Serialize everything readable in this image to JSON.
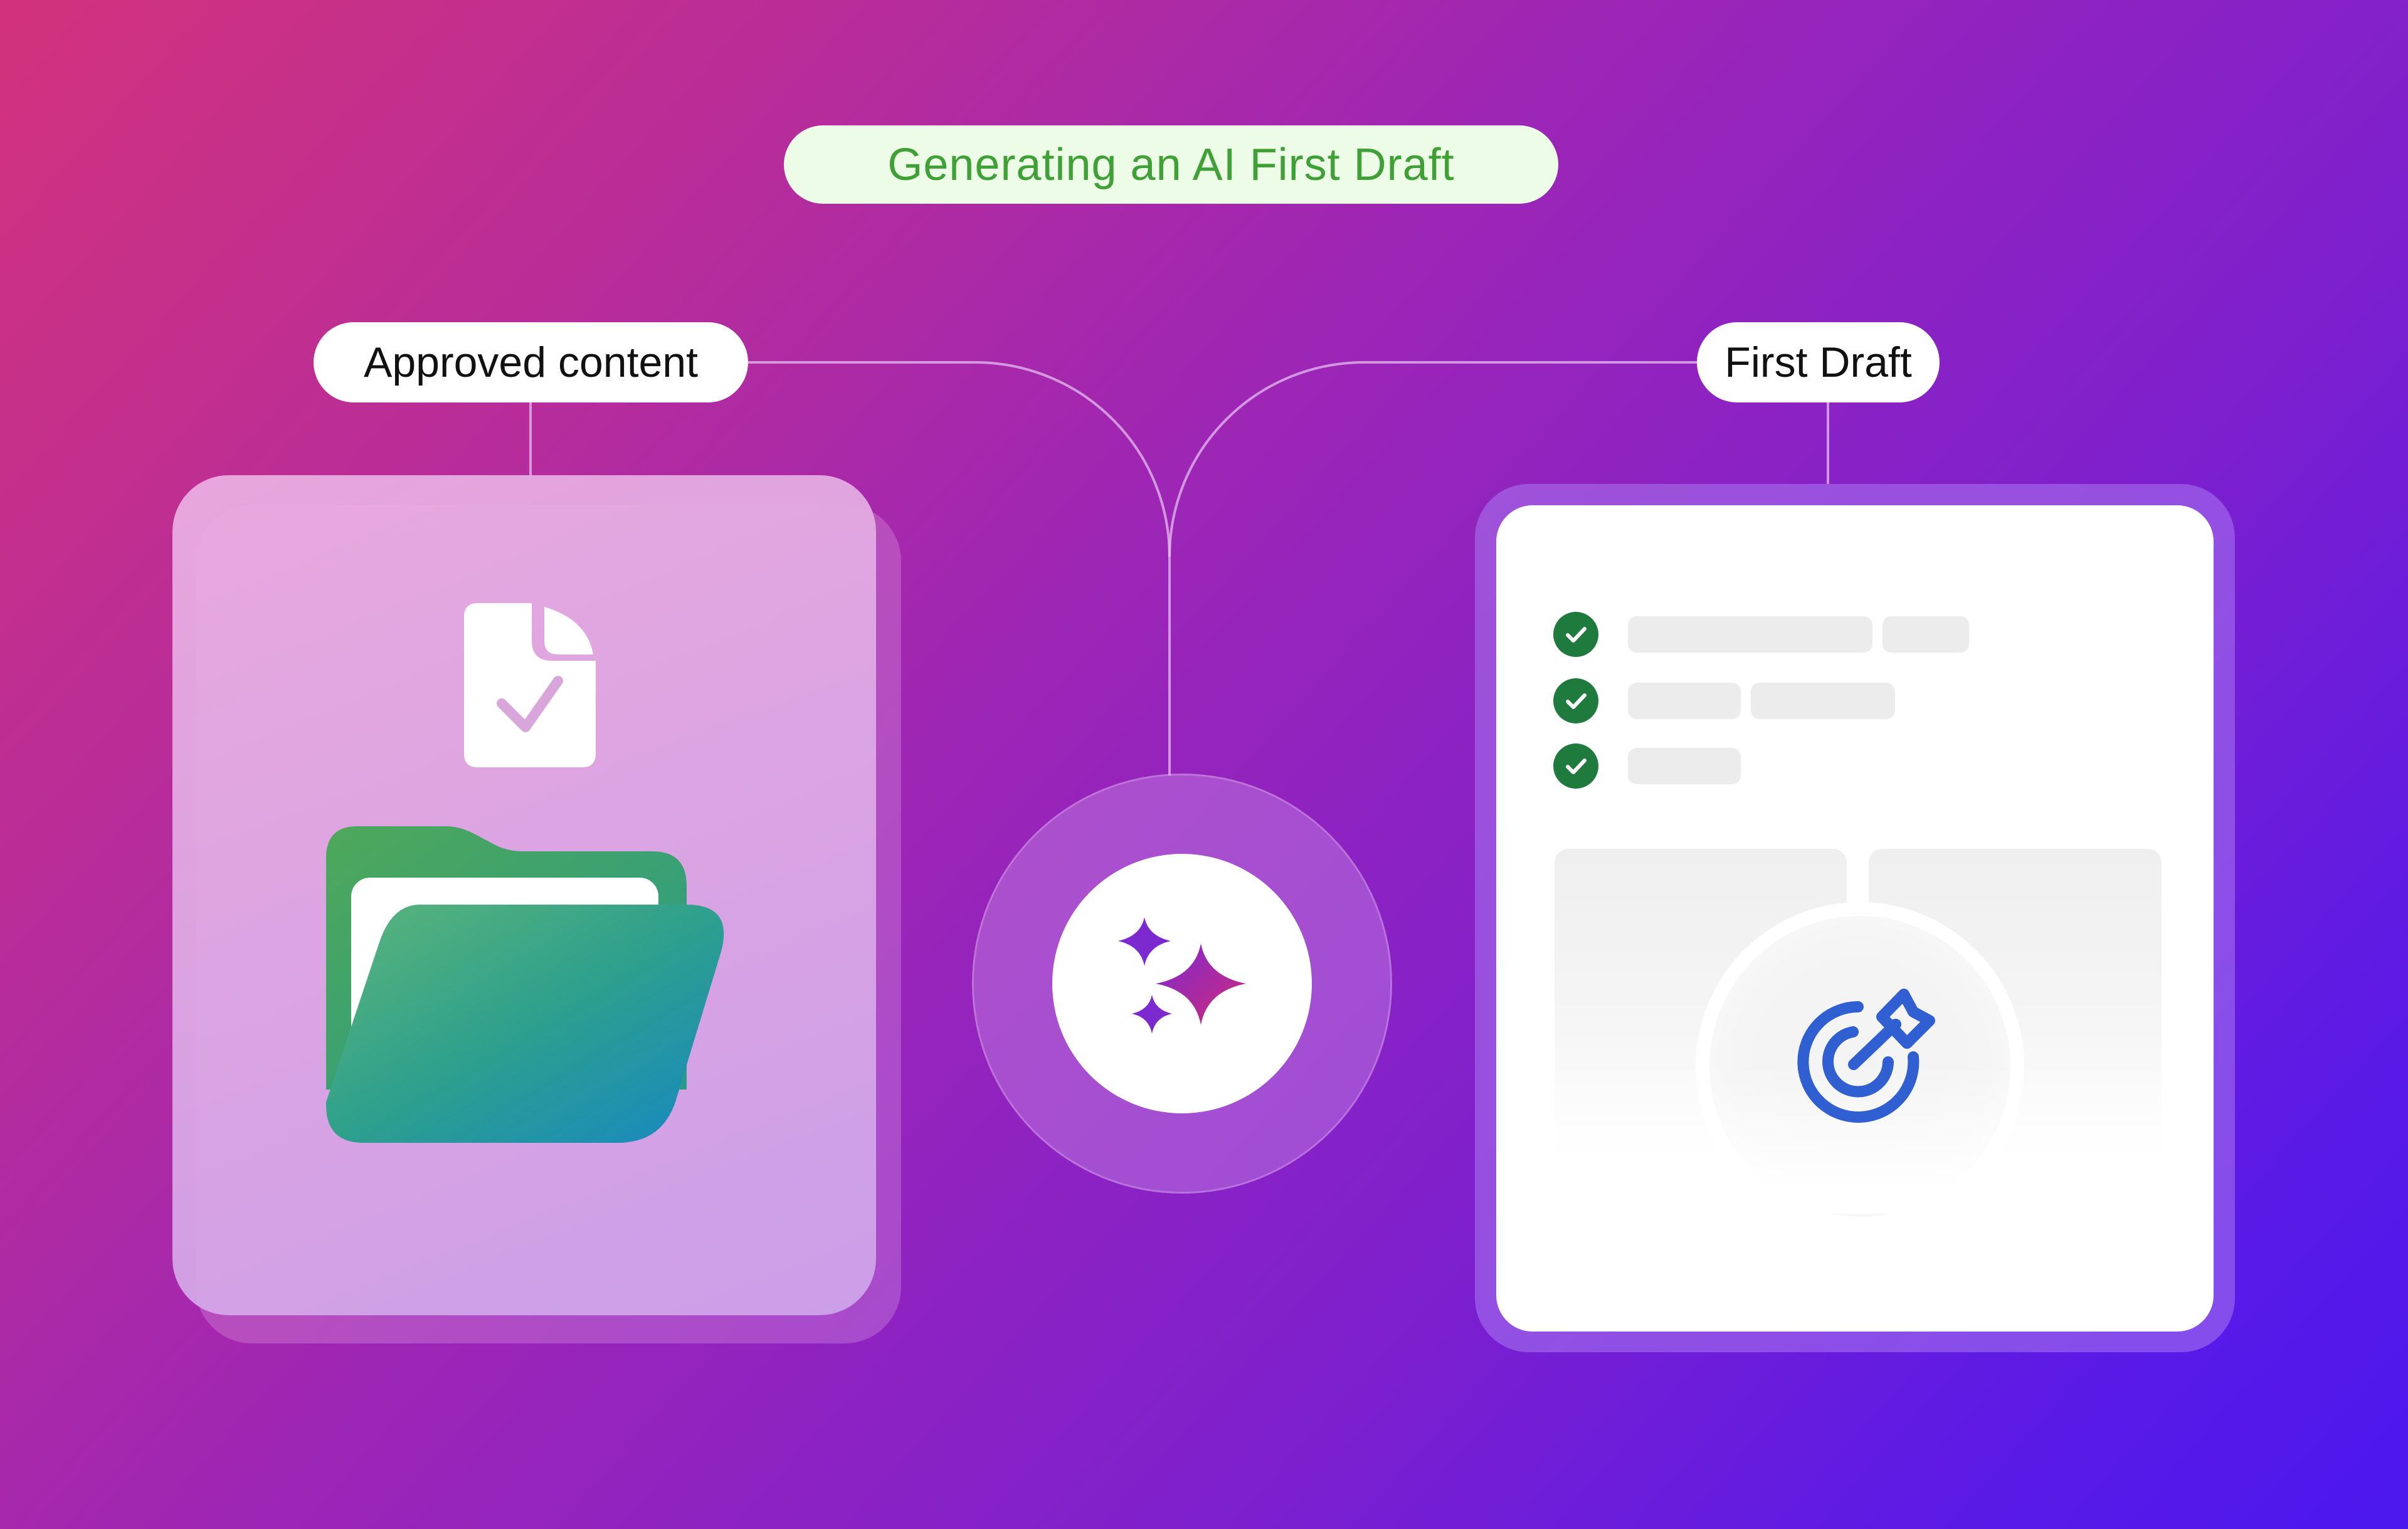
{
  "title": "Generating an AI First Draft",
  "nodes": {
    "source_label": "Approved content",
    "output_label": "First Draft"
  },
  "icons": {
    "source_document": "document-check-icon",
    "source_folder": "folder-icon",
    "ai": "sparkles-icon",
    "output_checklist": "check-circle-icon",
    "output_goal": "target-arrow-icon"
  },
  "colors": {
    "title_text": "#3fa036",
    "title_background": "#ecfce6",
    "check": "#1f7a3e",
    "target": "#2f5fd0",
    "background_start": "#d2327c",
    "background_end": "#4b18ee"
  }
}
